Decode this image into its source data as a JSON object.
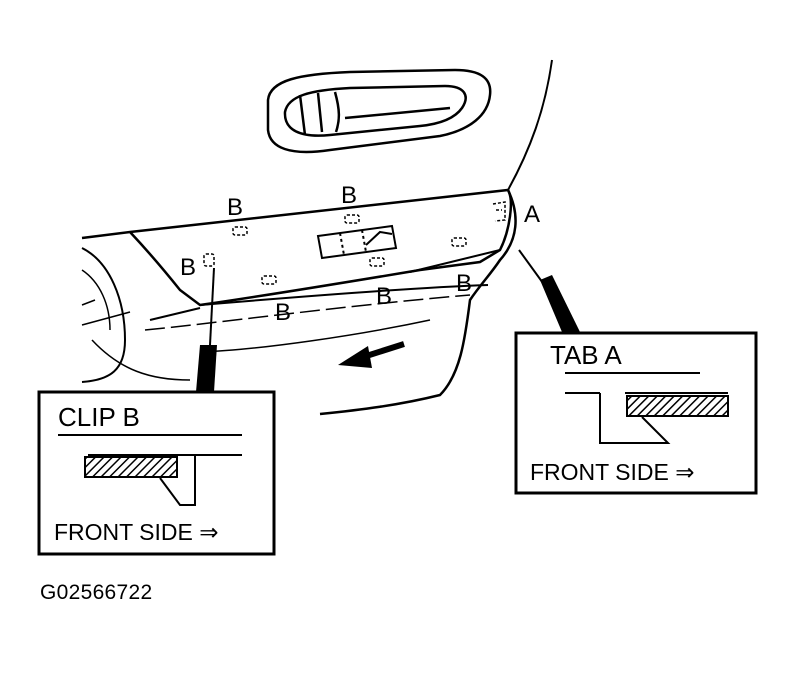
{
  "door_labels": {
    "clip_b_1": "B",
    "clip_b_2": "B",
    "clip_b_3": "B",
    "clip_b_4": "B",
    "clip_b_5": "B",
    "clip_b_6": "B",
    "tab_a": "A"
  },
  "clip_b_box": {
    "title": "CLIP B",
    "front_side": "FRONT SIDE ⇒"
  },
  "tab_a_box": {
    "title": "TAB A",
    "front_side": "FRONT SIDE ⇒"
  },
  "figure_id": "G02566722",
  "colors": {
    "ink": "#000000",
    "paper": "#ffffff"
  }
}
